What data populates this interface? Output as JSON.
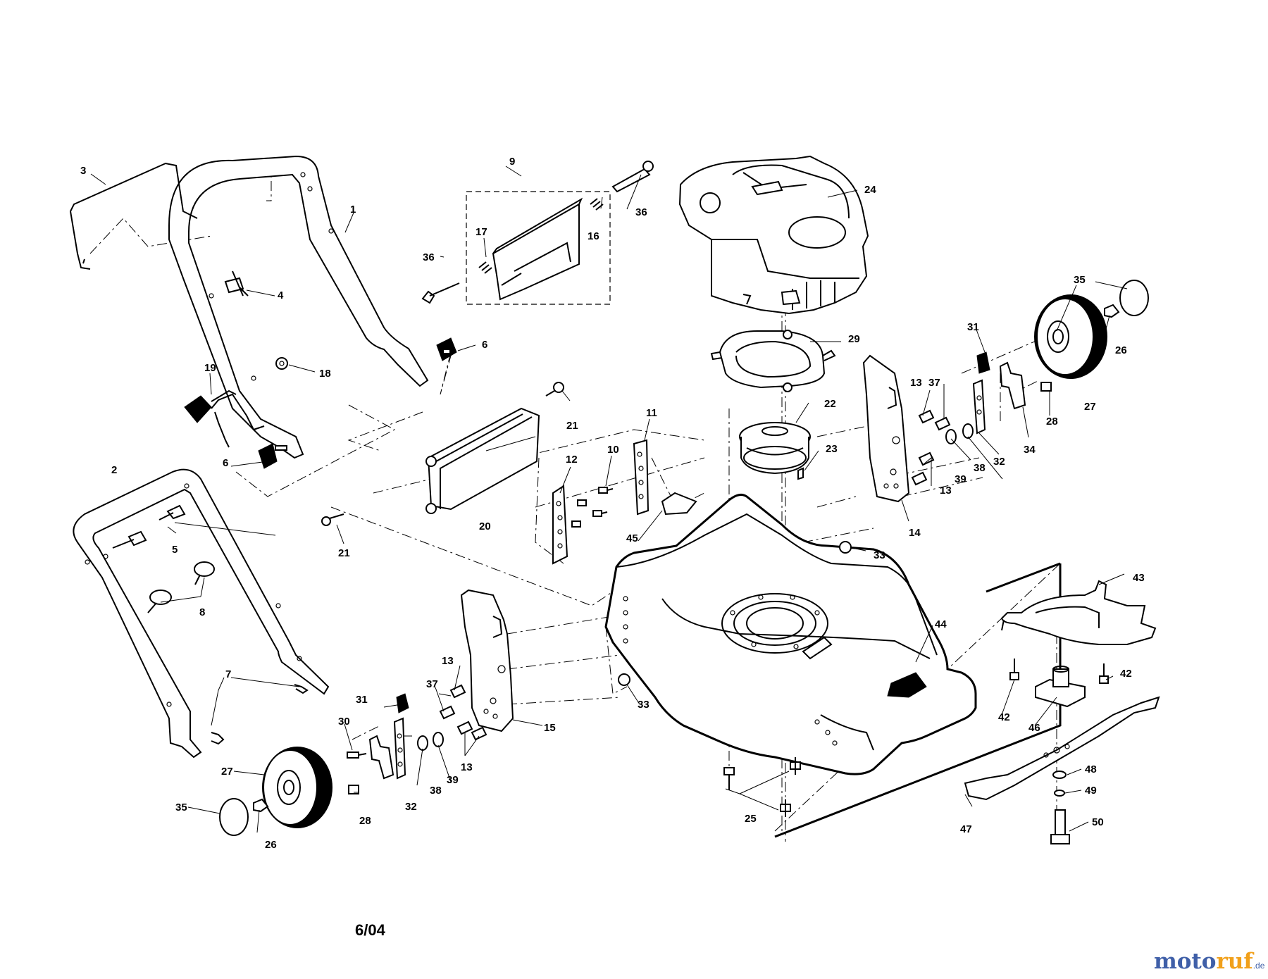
{
  "diagram": {
    "date_code": "6/04",
    "watermark": {
      "part1": "moto",
      "part2": "ruf",
      "part3": ".de"
    },
    "callouts": {
      "c1": "1",
      "c2": "2",
      "c3": "3",
      "c4": "4",
      "c5": "5",
      "c6a": "6",
      "c6b": "6",
      "c7": "7",
      "c8": "8",
      "c9": "9",
      "c10": "10",
      "c11": "11",
      "c12": "12",
      "c13a": "13",
      "c13b": "13",
      "c13c": "13",
      "c13d": "13",
      "c14": "14",
      "c15": "15",
      "c16": "16",
      "c17": "17",
      "c18": "18",
      "c19": "19",
      "c20": "20",
      "c21a": "21",
      "c21b": "21",
      "c22": "22",
      "c23": "23",
      "c24": "24",
      "c25": "25",
      "c26a": "26",
      "c26b": "26",
      "c27a": "27",
      "c27b": "27",
      "c28a": "28",
      "c28b": "28",
      "c29": "29",
      "c30": "30",
      "c31a": "31",
      "c31b": "31",
      "c32a": "32",
      "c32b": "32",
      "c33a": "33",
      "c33b": "33",
      "c34": "34",
      "c35a": "35",
      "c35b": "35",
      "c36a": "36",
      "c36b": "36",
      "c37a": "37",
      "c37b": "37",
      "c38a": "38",
      "c38b": "38",
      "c39a": "39",
      "c39b": "39",
      "c42a": "42",
      "c42b": "42",
      "c43": "43",
      "c44": "44",
      "c45": "45",
      "c46": "46",
      "c47": "47",
      "c48": "48",
      "c49": "49",
      "c50": "50"
    }
  }
}
